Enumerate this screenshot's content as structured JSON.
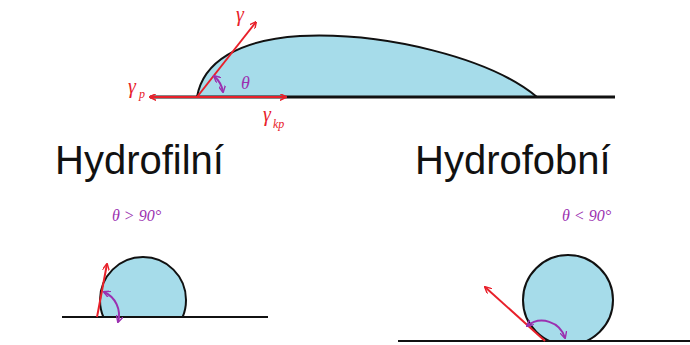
{
  "diagram": {
    "labels": [
      "γ",
      "γ",
      "p",
      "θ",
      "γ",
      "kp",
      "Hydrofilní",
      "θ > 90°",
      "Hydrofobní",
      "θ < 90°"
    ]
  }
}
